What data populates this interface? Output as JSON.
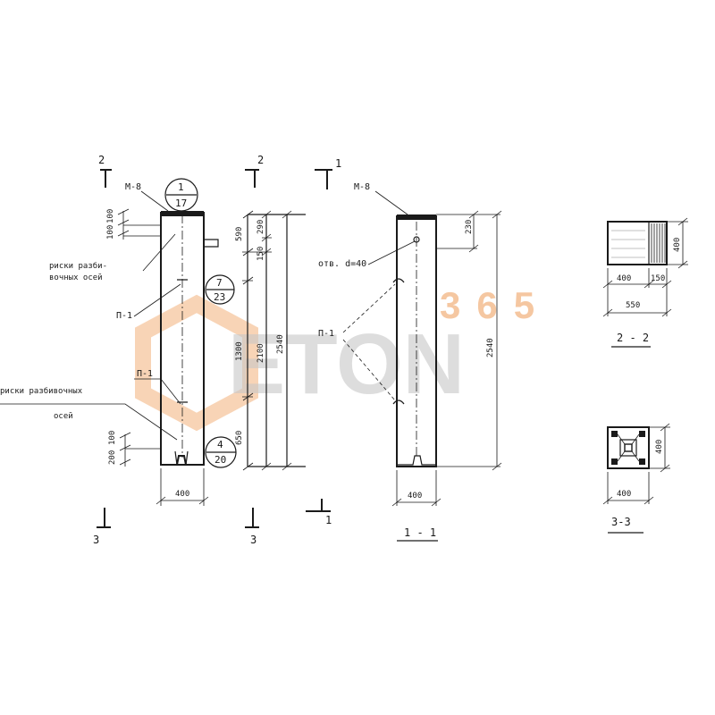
{
  "watermark": {
    "brand_main": "ETON",
    "brand_num": "365",
    "color_main": "#c8c8c8",
    "color_accent": "#f2b07a"
  },
  "colors": {
    "ink": "#1a1a1a"
  },
  "front_view": {
    "label_mark": "М-8",
    "label_risks": [
      "риски разби-",
      "вочных осей"
    ],
    "label_p1_a": "П-1",
    "label_p1_b": "П-1",
    "label_risks_2": [
      "риски разбивочных",
      "осей"
    ],
    "callout_top": {
      "top": "1",
      "bottom": "17"
    },
    "callout_mid": {
      "top": "7",
      "bottom": "23"
    },
    "callout_bot": {
      "top": "4",
      "bottom": "20"
    },
    "dim_top_a": "100",
    "dim_top_b": "100",
    "dim_bot_a": "100",
    "dim_bot_b": "200",
    "dim_width": "400",
    "section_top": "2",
    "section_bottom": "3"
  },
  "dimension_column": {
    "dim_590": "590",
    "dim_290": "290",
    "dim_150": "150",
    "dim_1300": "1300",
    "dim_2100": "2100",
    "dim_2540": "2540",
    "dim_650": "650",
    "section_top": "2",
    "section_bottom": "3"
  },
  "side_view": {
    "label_mark": "М-8",
    "label_hole": "отв. d=40",
    "label_p1": "П-1",
    "dim_230": "230",
    "dim_2540": "2540",
    "dim_width": "400",
    "section_top": "1",
    "section_bottom": "1",
    "caption": "1 - 1"
  },
  "section_2_2": {
    "dim_400": "400",
    "dim_150": "150",
    "dim_550": "550",
    "dim_height": "400",
    "caption": "2 - 2"
  },
  "section_3_3": {
    "dim_width": "400",
    "dim_height": "400",
    "caption": "3-3"
  }
}
